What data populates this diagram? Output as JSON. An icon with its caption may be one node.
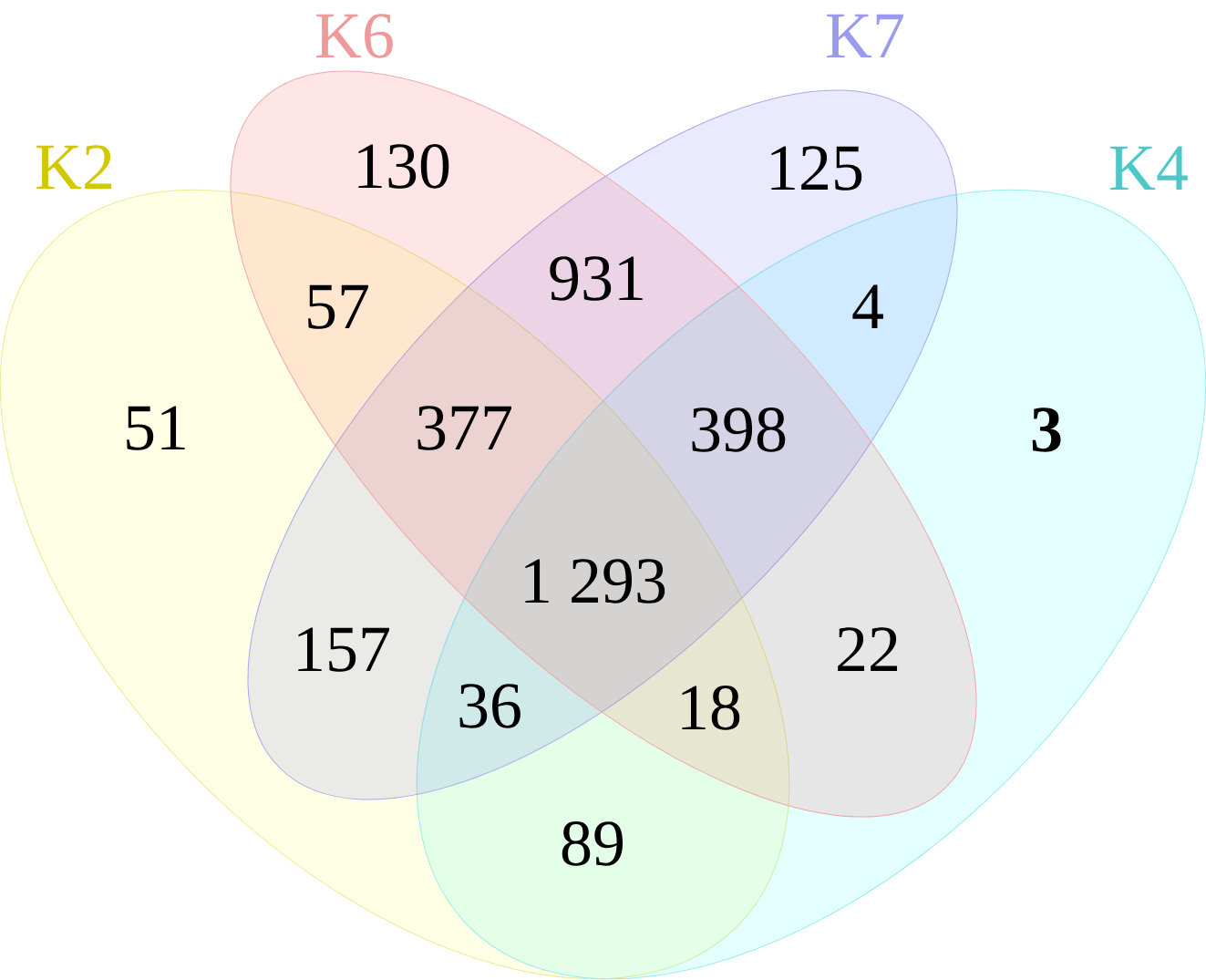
{
  "diagram": {
    "nodes": [
      {
        "text": [
          "K2"
        ]
      },
      {
        "text": [
          "K6"
        ]
      },
      {
        "text": [
          "K7"
        ]
      },
      {
        "text": [
          "K4"
        ]
      }
    ],
    "labels": [
      "130",
      "125",
      "57",
      "931",
      "4",
      "51",
      "377",
      "398",
      "3",
      "1 293",
      "157",
      "22",
      "36",
      "18",
      "89"
    ]
  }
}
